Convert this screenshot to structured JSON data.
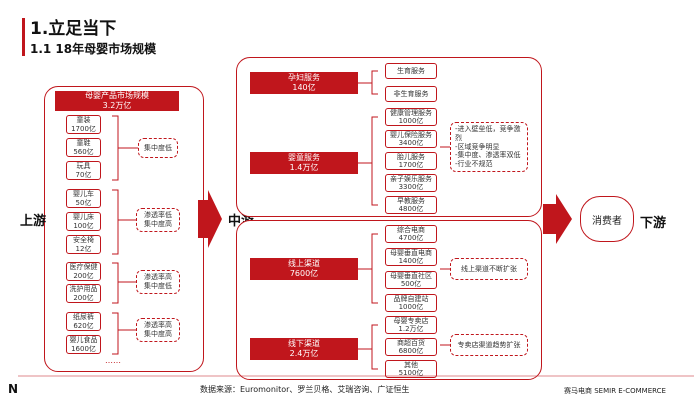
{
  "header": {
    "title": "1.立足当下",
    "subtitle": "1.1 18年母婴市场规模"
  },
  "stages": {
    "upstream": "上游",
    "midstream": "中游",
    "downstream": "下游",
    "consumer": "消费者"
  },
  "upstream": {
    "header_name": "母婴产品市场规模",
    "header_value": "3.2万亿",
    "groups": [
      {
        "items": [
          {
            "name": "童装",
            "value": "1700亿"
          },
          {
            "name": "童鞋",
            "value": "560亿"
          },
          {
            "name": "玩具",
            "value": "70亿"
          }
        ],
        "notes": [
          "集中度低"
        ]
      },
      {
        "items": [
          {
            "name": "婴儿车",
            "value": "50亿"
          },
          {
            "name": "婴儿床",
            "value": "100亿"
          },
          {
            "name": "安全椅",
            "value": "12亿"
          }
        ],
        "notes": [
          "渗透率低",
          "集中度高"
        ]
      },
      {
        "items": [
          {
            "name": "医疗保健",
            "value": "200亿"
          },
          {
            "name": "洗护用品",
            "value": "200亿"
          }
        ],
        "notes": [
          "渗透率高",
          "集中度低"
        ]
      },
      {
        "items": [
          {
            "name": "纸尿裤",
            "value": "620亿"
          },
          {
            "name": "婴儿食品",
            "value": "1600亿"
          }
        ],
        "notes": [
          "渗透率高",
          "集中度高"
        ]
      }
    ],
    "more": "……"
  },
  "midstream_services": {
    "maternal": {
      "name": "孕妇服务",
      "value": "140亿",
      "items": [
        "生育服务",
        "非生育服务"
      ]
    },
    "infant": {
      "name": "婴童服务",
      "value": "1.4万亿",
      "items": [
        {
          "name": "健康管理服务",
          "value": "1000亿"
        },
        {
          "name": "婴儿保险服务",
          "value": "3400亿"
        },
        {
          "name": "胎儿服务",
          "value": "1700亿"
        },
        {
          "name": "亲子娱乐服务",
          "value": "3300亿"
        },
        {
          "name": "早教服务",
          "value": "4800亿"
        }
      ]
    },
    "notes": [
      "-进入壁垒低，竞争激烈",
      "-区域竞争明显",
      "-集中度、渗透率双低",
      "-行业不规范"
    ]
  },
  "midstream_channels": {
    "online": {
      "name": "线上渠道",
      "value": "7600亿",
      "items": [
        {
          "name": "综合电商",
          "value": "4700亿"
        },
        {
          "name": "母婴垂直电商",
          "value": "1400亿"
        },
        {
          "name": "母婴垂直社区",
          "value": "500亿"
        },
        {
          "name": "品牌自建站",
          "value": "1000亿"
        }
      ],
      "note": "线上渠道不断扩张"
    },
    "offline": {
      "name": "线下渠道",
      "value": "2.4万亿",
      "items": [
        {
          "name": "母婴专卖店",
          "value": "1.2万亿"
        },
        {
          "name": "商超百货",
          "value": "6800亿"
        },
        {
          "name": "其他",
          "value": "5100亿"
        }
      ],
      "note": "专卖店渠道趋势扩张"
    }
  },
  "footer": {
    "logo_mark": "N",
    "source": "数据来源：Euromonitor、罗兰贝格、艾瑞咨询、广证恒生",
    "brand": "赛马电商 SEMIR E-COMMERCE"
  },
  "colors": {
    "accent": "#c0161c"
  }
}
